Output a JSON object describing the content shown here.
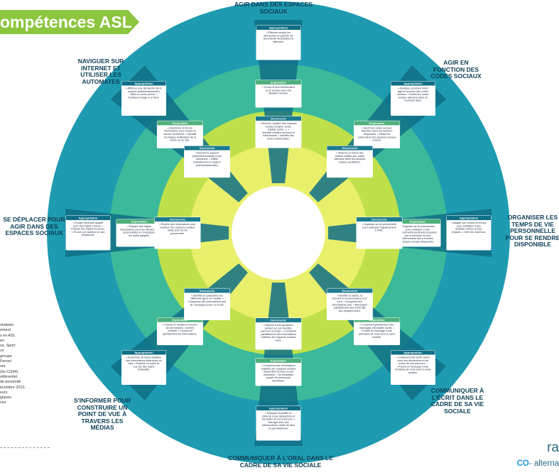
{
  "title": "ompétences ASL",
  "colors": {
    "ring_outer": "#1e9bb0",
    "ring2": "#3cb99a",
    "ring3": "#bfe04a",
    "ring4": "#e8ef6a",
    "core": "#ffffff",
    "wedge": "#0f6f86",
    "wedge_light": "#4fb07c",
    "banner": "#8cc63f",
    "dark_text": "#0e3f57"
  },
  "ring_titles": [
    "Appropriation",
    "Exploration",
    "Découverte",
    "Découverte"
  ],
  "domains": [
    {
      "label": "AGIR DANS DES ESPACES SOCIAUX",
      "boxes": [
        "• Effectue seul(e) les démarches et apporte les documents nécessaires et attendus.",
        "• Trouve le bon interlocuteur ou le service pour une situation donnée.",
        "• Nomme, localise des espaces sociaux (mairie, école, hôpital, poste...). • Identifie certains services et intervenants. • Identifie des zones d'information."
      ]
    },
    {
      "label": "AGIR EN FONCTION DES CODES SOCIAUX",
      "boxes": [
        "• Explique comment elle/il agit en fonction des codes sociaux. • Déduit les codes sociaux attendus dans de nouveaux lieux.",
        "• Décrit les codes sociaux attendus dans les espaces fréquentés. • Utilise les codes dans des espaces sociaux connus.",
        "• Observe et relève des indices relatifs aux codes attendus dans les espaces sociaux quotidiens."
      ]
    },
    {
      "label": "ORGANISER LES TEMPS DE VIE PERSONNELLE POUR SE RENDRE DISPONIBLE",
      "boxes": [
        "• Adapte son emploi du temps pour participer à des activités variées et plus longues. • Gère les imprévus.",
        "• Organise sa vie personnelle pour participer à des événements ponctuels proposés par la structure ou des intervenants liés à d'autres espaces sociaux fréquentés.",
        "• Organise sa vie personnelle pour participer régulièrement à l'ASL."
      ]
    },
    {
      "label": "COMMUNIQUER À L'ÉCRIT DANS LE CADRE DE SA VIE SOCIALE",
      "boxes": [
        "• Comprend des écrits variés avec ses démarches et les suites de son parcours. • Produit un message d'une trentaine de mots seul ou avec modèle.",
        "• Comprend globalement des messages informatifs courts. • Produit un message d'une quinzaine de mots seul ou avec modèle.",
        "• Identifie la nature, la fonction et la provenance d'un écrit. • Comprend des informations clés. • Renseigne partiellement des écrits liés aux espaces visés."
      ]
    },
    {
      "label": "COMMUNIQUER À L'ORAL DANS LE CADRE DE SA VIE SOCIALE",
      "boxes": [
        "• Explique et justifie un choix lié à ses démarches et les suites de son parcours. • Interagit avec des interlocuteurs variés de face ou par téléphone.",
        "• Comprend des informations relatives aux espaces sociaux fréquentés de face ou par répondeur. • Se renseigne auprès de personnes identifiées.",
        "• Répond à des questions portant sur son identité, parcours et projet. • Comprend partiellement des informations relatives aux espaces sociaux visés."
      ]
    },
    {
      "label": "S'INFORMER POUR CONSTRUIRE UN POINT DE VUE À TRAVERS LES MÉDIAS",
      "boxes": [
        "• Reformule de façon détaillée des informations entendues ou lues. • Exprime un point de vue sur des sujets d'actualité.",
        "• Choisit un média en fonction de ses besoins / centres d'intérêt. • Comprend globalement les informations.",
        "• Identifie et caractérise les différents types de médias. • Comprend des informations clés de messages oraux ou écrits."
      ]
    },
    {
      "label": "SE DÉPLACER POUR AGIR DANS DES ESPACES SOCIAUX",
      "boxes": [
        "• Choisit l'itinéraire adapté pour des trajets connus. • Prépare des trajets inconnus. • Trouve une solution en cas d'imprévus.",
        "• Prépare des trajets nécessaires pour ses démarches personnelles en choisissant les outils adaptés.",
        "• Repère des informations pour localiser des espaces sociaux utiles pour sa vie personnelle."
      ]
    },
    {
      "label": "NAVIGUER SUR INTERNET ET UTILISER LES AUTOMATES",
      "boxes": [
        "• Effectue une démarche via le support (internet/automate) selon un choix précis. • Explique l'usage à un tiers.",
        "• Discrimine et trie les informations pour trouver le service recherché. • Identifie les étapes d'utilisation de la borne ou du site.",
        "• Associe le support (internet/automate) à une démarche. • Utilise partiellement le support (internet/automate)."
      ]
    }
  ],
  "side_note": [
    "réalisée",
    "ement",
    "s en ASL",
    "en",
    "se, Sport",
    "ce",
    "groupe",
    "Ferrari",
    "urs",
    "(du CG94)",
    "référentiel.",
    "de proximité",
    "écembre 2013,",
    "eurs",
    "giques",
    "ces"
  ],
  "logo_top": "ra",
  "logo_bottom_mark": "CO",
  "logo_bottom_text": "- alterna"
}
